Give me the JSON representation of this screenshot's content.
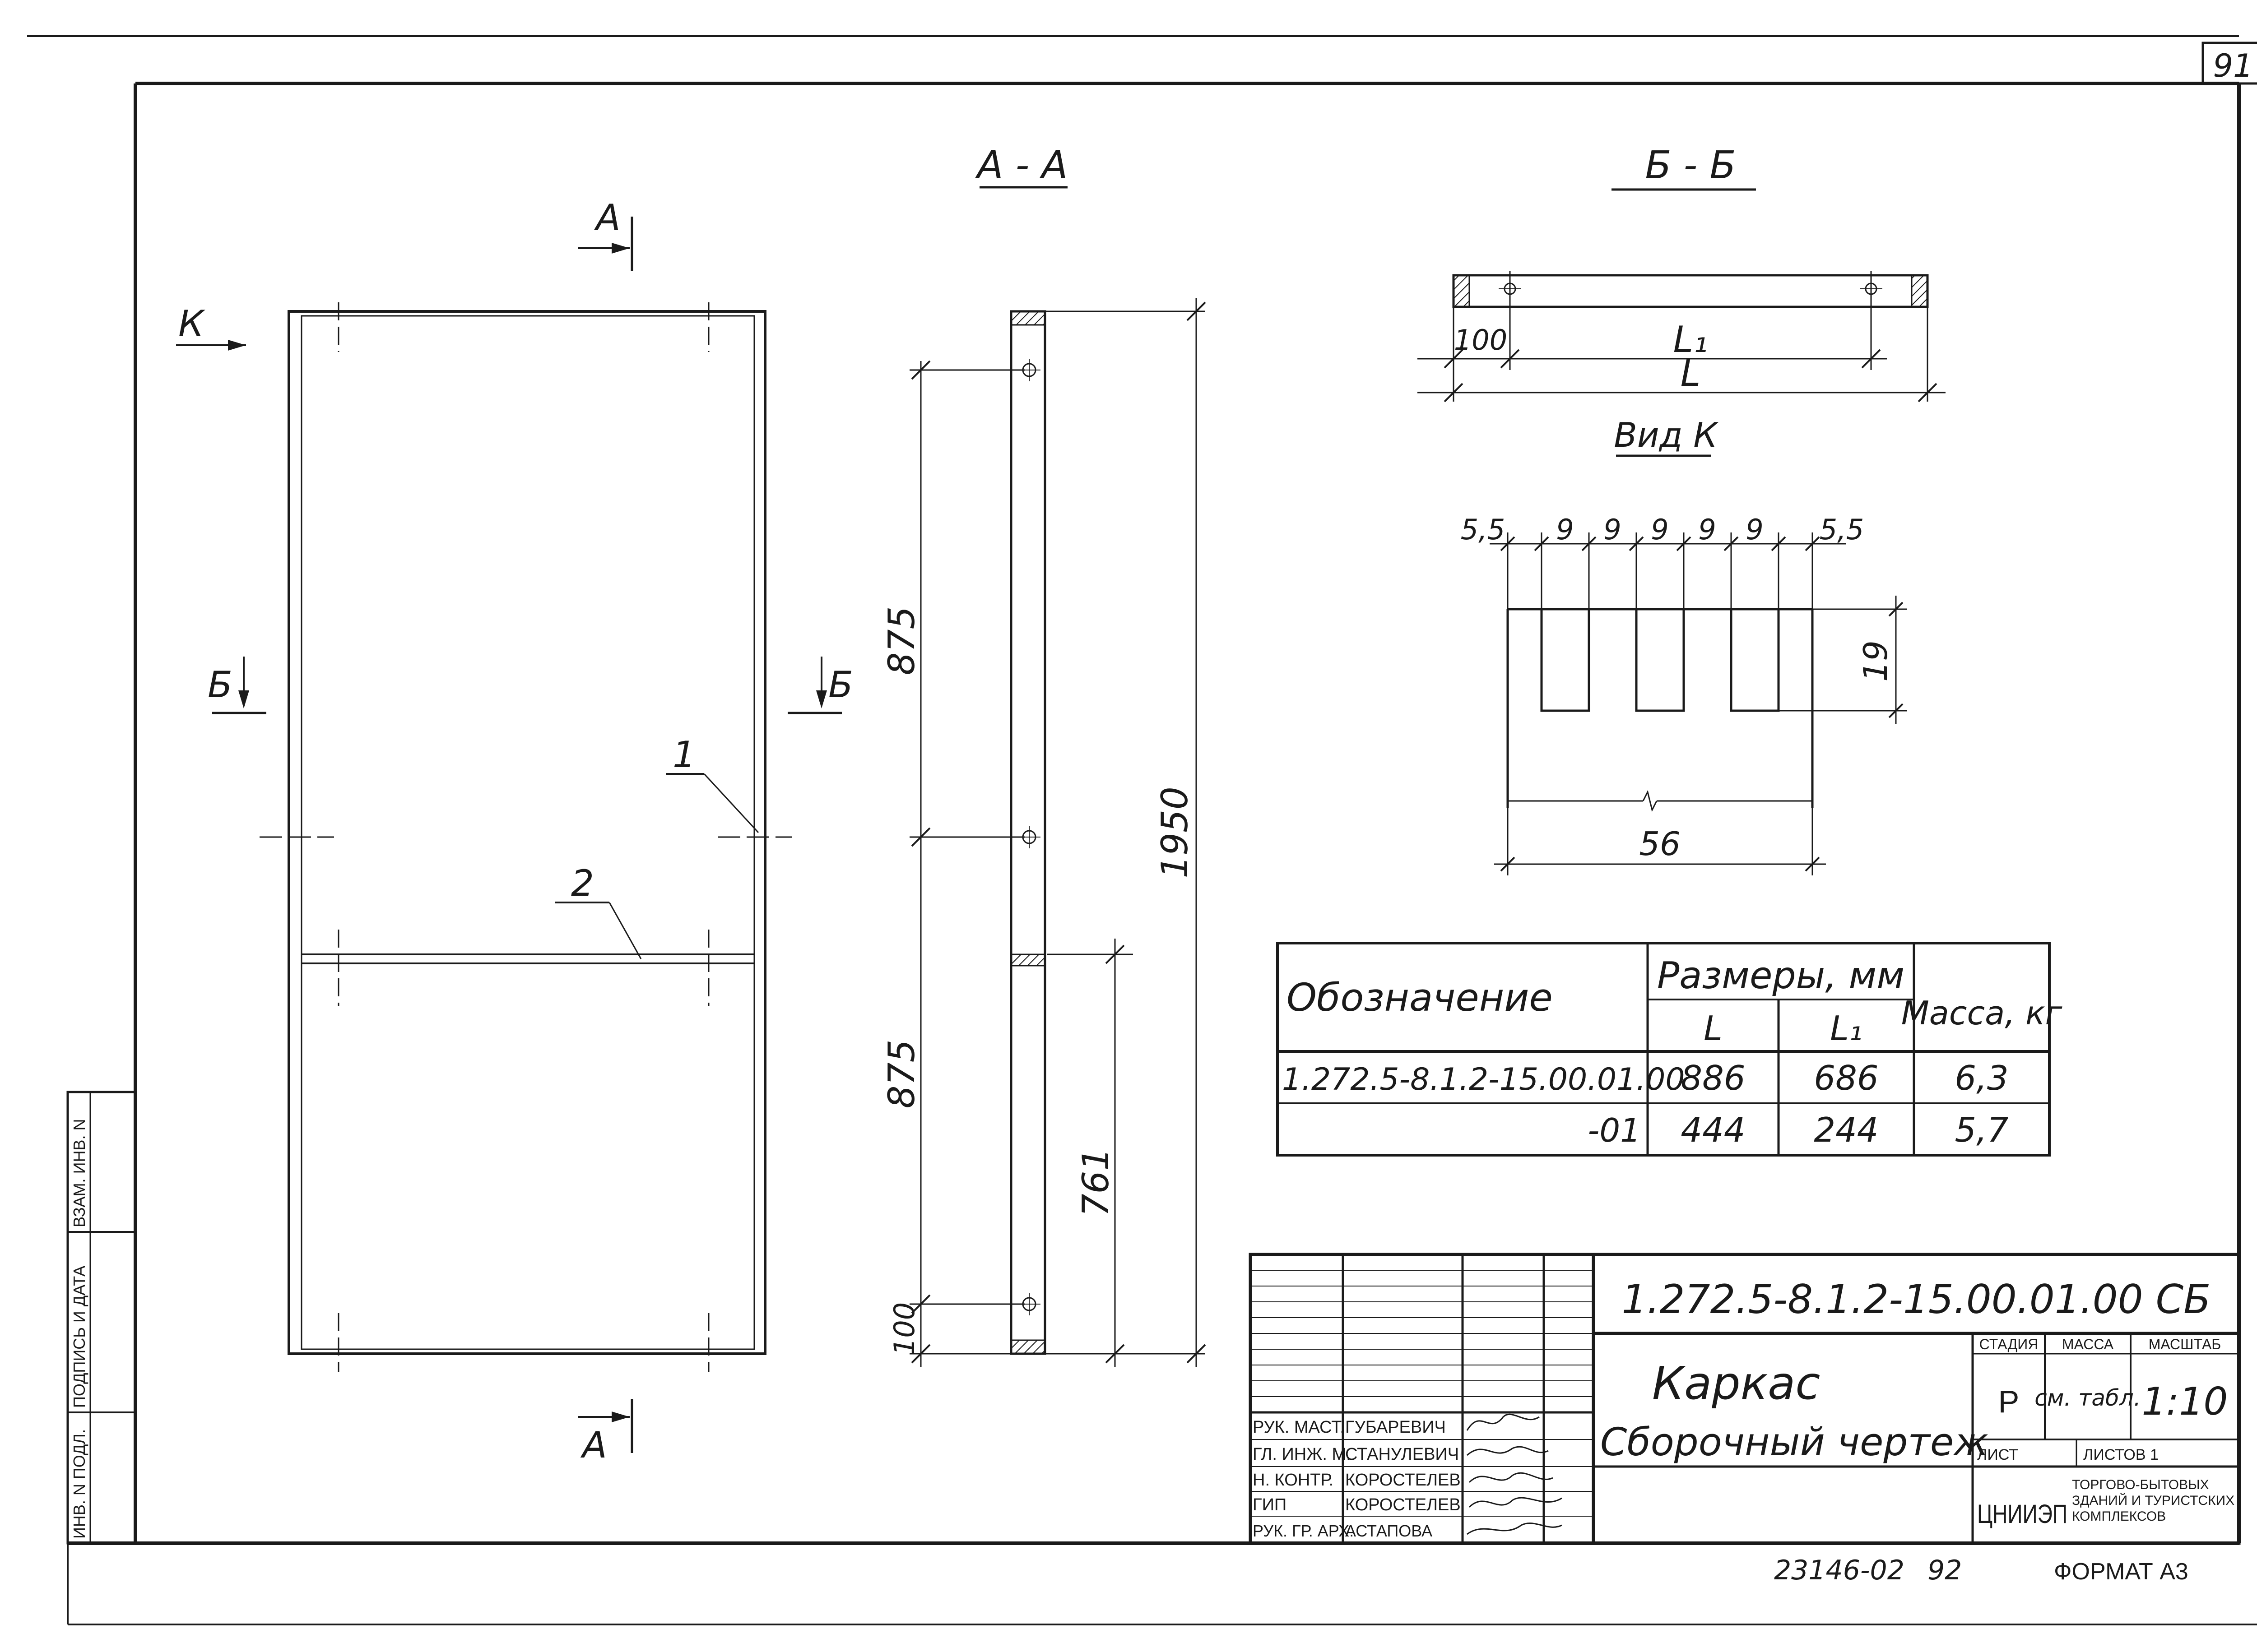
{
  "sheet": {
    "number": "91",
    "archive": "23146-02",
    "archive_year": "92",
    "format_label": "ФОРМАТ А3"
  },
  "side_stamp": {
    "inv_podl": "ИНВ. N ПОДЛ.",
    "podpis_data": "ПОДПИСЬ И ДАТА",
    "vzam_inv": "ВЗАМ. ИНВ. N"
  },
  "views": {
    "front": {
      "section_a": "А",
      "section_b": "Б",
      "view_k": "К",
      "callout_1": "1",
      "callout_2": "2"
    },
    "section_aa": {
      "title": "А - А",
      "dim_875_top": "875",
      "dim_875_bottom": "875",
      "dim_1950": "1950",
      "dim_761": "761",
      "dim_100": "100"
    },
    "section_bb": {
      "title": "Б - Б",
      "dim_100": "100",
      "dim_L1": "L₁",
      "dim_L": "L"
    },
    "view_k": {
      "title": "Вид К",
      "dims_top": [
        "5,5",
        "9",
        "9",
        "9",
        "9",
        "9",
        "5,5"
      ],
      "dim_19": "19",
      "dim_56": "56"
    }
  },
  "spec_table": {
    "headers": {
      "designation": "Обозначение",
      "sizes": "Размеры, мм",
      "L": "L",
      "L1": "L₁",
      "mass": "Масса, кг"
    },
    "rows": [
      {
        "designation": "1.272.5-8.1.2-15.00.01.00",
        "L": "886",
        "L1": "686",
        "mass": "6,3"
      },
      {
        "designation": "-01",
        "L": "444",
        "L1": "244",
        "mass": "5,7"
      }
    ]
  },
  "title_block": {
    "code": "1.272.5-8.1.2-15.00.01.00 СБ",
    "title_line1": "Каркас",
    "title_line2": "Сборочный чертеж",
    "stage_label": "СТАДИЯ",
    "mass_label": "МАССА",
    "scale_label": "МАСШТАБ",
    "stage_value": "Р",
    "mass_value": "см. табл.",
    "scale_value": "1:10",
    "sheet_label": "ЛИСТ",
    "sheets_label": "ЛИСТОВ 1",
    "org_logo": "ЦНИИЭП",
    "org_name": [
      "ТОРГОВО-БЫТОВЫХ",
      "ЗДАНИЙ И ТУРИСТСКИХ",
      "КОМПЛЕКСОВ"
    ],
    "roles": [
      {
        "role": "РУК. МАСТ.",
        "name": "ГУБАРЕВИЧ"
      },
      {
        "role": "ГЛ. ИНЖ. М.",
        "name": "СТАНУЛЕВИЧ"
      },
      {
        "role": "Н. КОНТР.",
        "name": "КОРОСТЕЛЕВ"
      },
      {
        "role": "ГИП",
        "name": "КОРОСТЕЛЕВ"
      },
      {
        "role": "РУК. ГР. АРХ.",
        "name": "АСТАПОВА"
      }
    ]
  }
}
